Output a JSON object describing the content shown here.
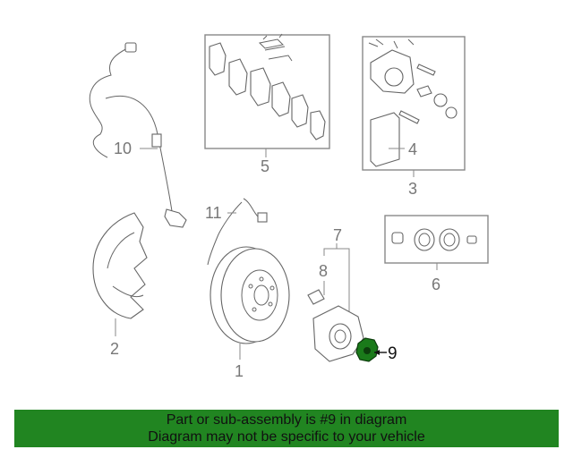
{
  "callouts": {
    "c1": "1",
    "c2": "2",
    "c3": "3",
    "c4": "4",
    "c5": "5",
    "c6": "6",
    "c7": "7",
    "c8": "8",
    "c9": "9",
    "c10": "10",
    "c11": "11"
  },
  "highlight_color": "#1a7a1a",
  "footer": {
    "line1": "Part or sub-assembly is #9 in diagram",
    "line2": "Diagram may not be specific to your vehicle",
    "background": "#218521"
  }
}
